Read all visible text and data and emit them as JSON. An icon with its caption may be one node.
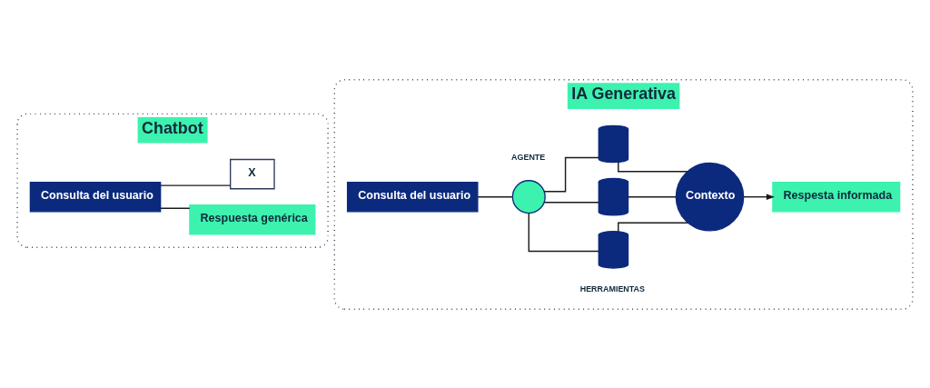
{
  "diagram": {
    "nodes": [
      {
        "text": [
          "Chatbot"
        ]
      },
      {
        "text": [
          "Consulta del usuario"
        ],
        "in": 0
      },
      {
        "text": [
          "X"
        ],
        "in": 0
      },
      {
        "text": [
          "Respuesta genérica"
        ],
        "in": 0
      },
      {
        "text": [
          "IA Generativa"
        ]
      },
      {
        "text": [
          "Consulta del usuario"
        ],
        "in": 4
      },
      {
        "text": [],
        "shape": "circle",
        "beside": [
          "AGENTE"
        ],
        "in": 4
      },
      {
        "text": [],
        "shape": "cylinder",
        "in": 4
      },
      {
        "text": [],
        "shape": "cylinder",
        "in": 4
      },
      {
        "text": [],
        "shape": "cylinder",
        "beside": [
          "HERRAMIENTAS"
        ],
        "in": 4
      },
      {
        "text": [
          "Contexto"
        ],
        "in": 4
      },
      {
        "text": [
          "Respesta informada"
        ],
        "in": 4
      }
    ],
    "edges": [
      {
        "from": 1,
        "to": 2,
        "arrow": "none"
      },
      {
        "from": 1,
        "to": 3,
        "arrow": "none"
      },
      {
        "from": 5,
        "to": 6,
        "arrow": "none"
      },
      {
        "from": 6,
        "to": 7,
        "arrow": "none"
      },
      {
        "from": 6,
        "to": 8,
        "arrow": "none"
      },
      {
        "from": 6,
        "to": 9,
        "arrow": "none"
      },
      {
        "from": 7,
        "to": 10,
        "arrow": "none"
      },
      {
        "from": 8,
        "to": 10,
        "arrow": "none"
      },
      {
        "from": 9,
        "to": 10,
        "arrow": "none"
      },
      {
        "from": 10,
        "to": 11,
        "arrow": "to"
      }
    ]
  }
}
